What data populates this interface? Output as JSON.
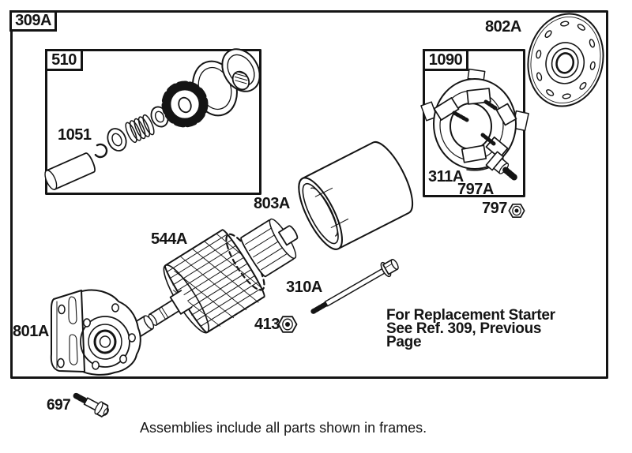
{
  "frames": {
    "main_label": "309A",
    "drive_label": "510",
    "brush_label": "1090"
  },
  "parts": {
    "roll_pin_ring": "1051",
    "end_cap": "802A",
    "brush_holder": "311A",
    "terminal_bolt": "797A",
    "terminal_nut": "797",
    "housing": "803A",
    "armature": "544A",
    "through_bolt": "310A",
    "hex_nut": "413",
    "drive_end_bracket": "801A",
    "mounting_bolt": "697"
  },
  "note": {
    "line1": "For Replacement Starter",
    "line2": "See Ref. 309, Previous",
    "line3": "Page"
  },
  "caption": "Assemblies include all parts shown in frames.",
  "colors": {
    "ink": "#141414",
    "background": "#ffffff"
  }
}
